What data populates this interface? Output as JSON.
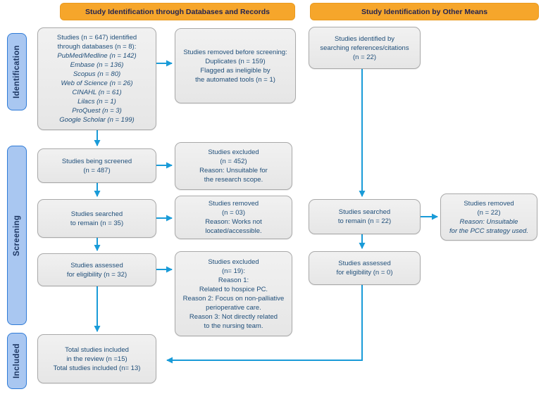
{
  "headers": {
    "left": "Study Identification through Databases and Records",
    "right": "Study Identification by Other Means"
  },
  "sidebar": {
    "identification": "Identification",
    "screening": "Screening",
    "included": "Included"
  },
  "colors": {
    "header_bg": "#F6A62B",
    "header_text": "#232350",
    "arrow_blue": "#199BD8",
    "box_text": "#1F4E79",
    "box_bg": "#EBEBEB",
    "box_border": "#A9A9A9",
    "sidebar_bg": "#A9C7F1",
    "sidebar_border": "#2F7BD7",
    "sidebar_text": "#1F3864"
  },
  "boxes": {
    "db_sources": {
      "lines": [
        "Studies (n = 647) identified",
        "through databases (n = 8):",
        {
          "t": "PubMed/Medline (n = 142)",
          "i": true
        },
        {
          "t": "Embase (n = 136)",
          "i": true
        },
        {
          "t": "Scopus (n = 80)",
          "i": true
        },
        {
          "t": "Web of Science (n = 26)",
          "i": true
        },
        {
          "t": "CINAHL (n = 61)",
          "i": true
        },
        {
          "t": "Lilacs (n = 1)",
          "i": true
        },
        {
          "t": "ProQuest (n = 3)",
          "i": true
        },
        {
          "t": "Google Scholar (n = 199)",
          "i": true
        }
      ]
    },
    "removed_before_screening": {
      "lines": [
        "Studies removed before screening:",
        "Duplicates (n = 159)",
        "Flagged as ineligible by",
        "the automated tools (n = 1)"
      ]
    },
    "being_screened": {
      "lines": [
        "Studies being screened",
        "(n = 487)"
      ]
    },
    "excluded_452": {
      "lines": [
        "Studies excluded",
        "(n = 452)",
        "Reason: Unsuitable for",
        "the research scope."
      ]
    },
    "searched_35": {
      "lines": [
        "Studies searched",
        "to remain (n = 35)"
      ]
    },
    "removed_03": {
      "lines": [
        "Studies removed",
        "(n = 03)",
        "Reason: Works not",
        "located/accessible."
      ]
    },
    "assessed_32": {
      "lines": [
        "Studies assessed",
        "for eligibility (n = 32)"
      ]
    },
    "excluded_19": {
      "lines": [
        "Studies excluded",
        "(n= 19):",
        "Reason 1:",
        "Related to hospice PC.",
        "Reason 2: Focus on non-palliative",
        "perioperative care.",
        "Reason 3: Not directly related",
        "to the nursing team."
      ]
    },
    "total_included": {
      "lines": [
        "Total studies included",
        "in the review (n =15)",
        "Total studies included (n= 13)"
      ]
    },
    "refs_citations": {
      "lines": [
        "Studies identified by",
        "searching references/citations",
        "(n = 22)"
      ]
    },
    "searched_22": {
      "lines": [
        "Studies searched",
        "to remain (n = 22)"
      ]
    },
    "assessed_0": {
      "lines": [
        "Studies assessed",
        "for eligibility (n = 0)"
      ]
    },
    "removed_22": {
      "lines": [
        "Studies removed",
        "(n = 22)",
        {
          "t": "Reason: Unsuitable",
          "i": true
        },
        {
          "t": "for the PCC strategy used.",
          "i": true
        }
      ]
    }
  }
}
